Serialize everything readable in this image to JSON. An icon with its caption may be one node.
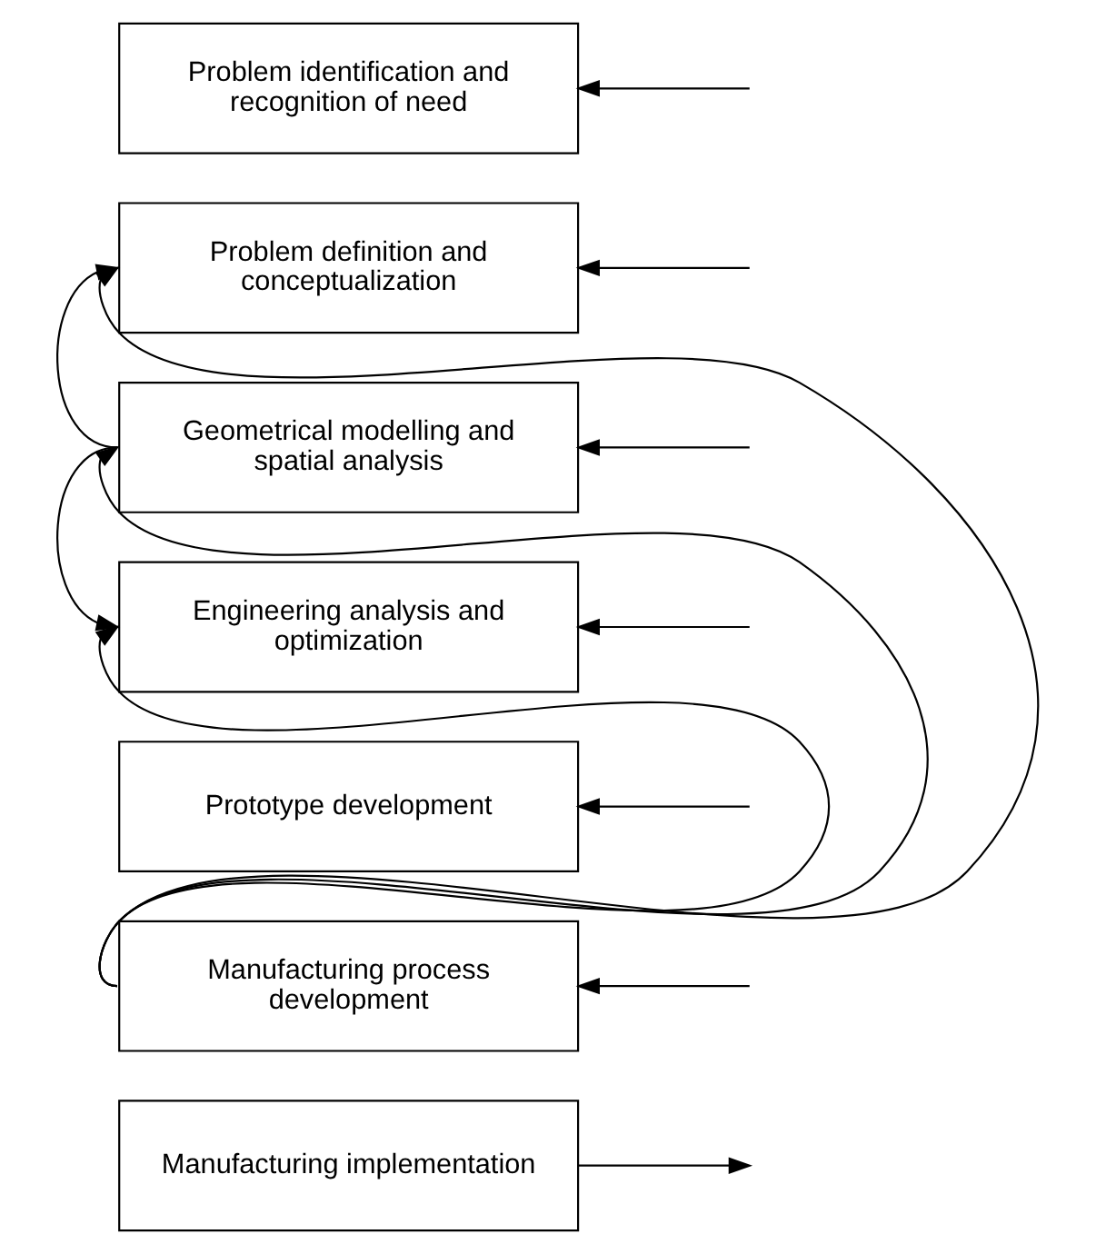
{
  "diagram": {
    "nodes": [
      {
        "text": [
          "Problem identification and recognition of need"
        ]
      },
      {
        "text": [
          "Problem definition and conceptualization"
        ]
      },
      {
        "text": [
          "Geometrical modelling and spatial analysis"
        ]
      },
      {
        "text": [
          "Engineering analysis and optimization"
        ]
      },
      {
        "text": [
          "Prototype development"
        ]
      },
      {
        "text": [
          "Manufacturing process development"
        ]
      },
      {
        "text": [
          "Manufacturing implementation"
        ]
      }
    ],
    "edges": [
      {
        "from": null,
        "to": 0,
        "arrow": "to"
      },
      {
        "from": null,
        "to": 1,
        "arrow": "to"
      },
      {
        "from": null,
        "to": 2,
        "arrow": "to"
      },
      {
        "from": null,
        "to": 3,
        "arrow": "to"
      },
      {
        "from": null,
        "to": 4,
        "arrow": "to"
      },
      {
        "from": null,
        "to": 5,
        "arrow": "to"
      },
      {
        "from": 6,
        "to": null,
        "arrow": "to"
      },
      {
        "from": 5,
        "to": 1,
        "arrow": "to"
      },
      {
        "from": 5,
        "to": 2,
        "arrow": "to"
      },
      {
        "from": 5,
        "to": 3,
        "arrow": "to"
      },
      {
        "from": 2,
        "to": 1,
        "arrow": "to"
      },
      {
        "from": 2,
        "to": 3,
        "arrow": "to"
      }
    ]
  }
}
